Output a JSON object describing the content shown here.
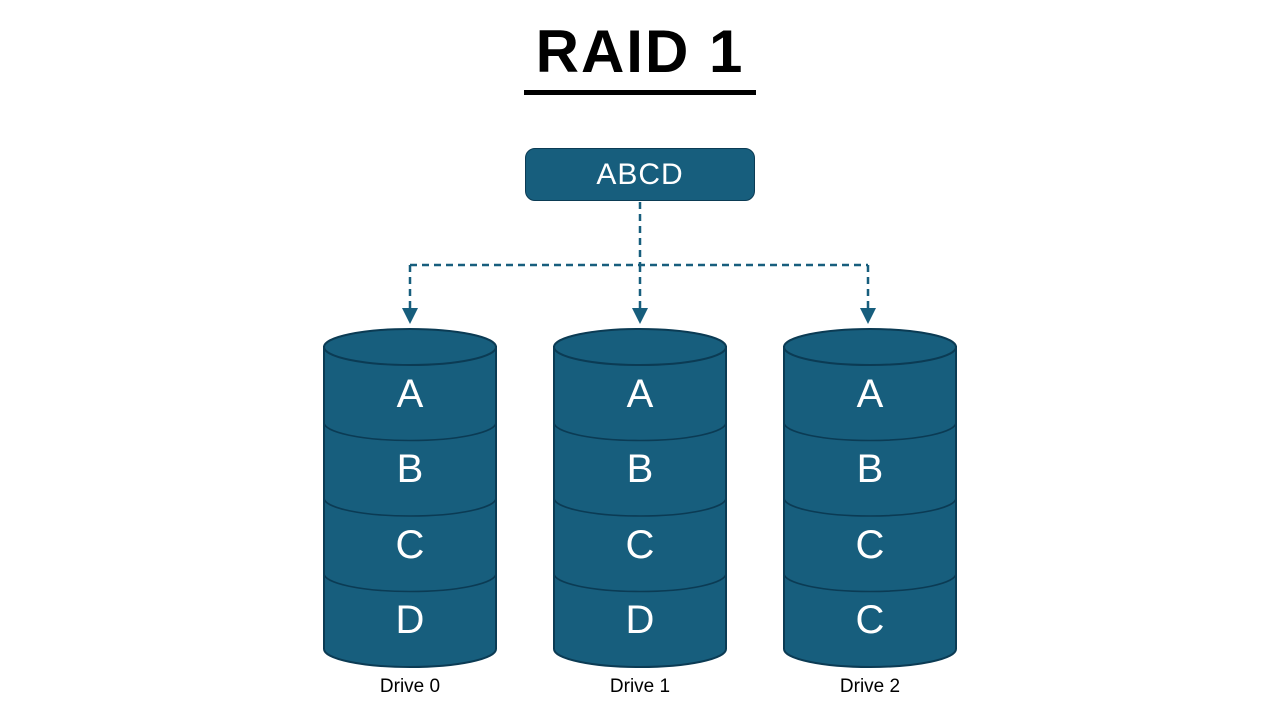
{
  "title": "RAID 1",
  "source_block": {
    "label": "ABCD"
  },
  "colors": {
    "primary": "#175E7D",
    "stroke": "#0B3B54"
  },
  "drives": [
    {
      "name": "Drive 0",
      "blocks": [
        "A",
        "B",
        "C",
        "D"
      ]
    },
    {
      "name": "Drive 1",
      "blocks": [
        "A",
        "B",
        "C",
        "D"
      ]
    },
    {
      "name": "Drive 2",
      "blocks": [
        "A",
        "B",
        "C",
        "C"
      ]
    }
  ]
}
